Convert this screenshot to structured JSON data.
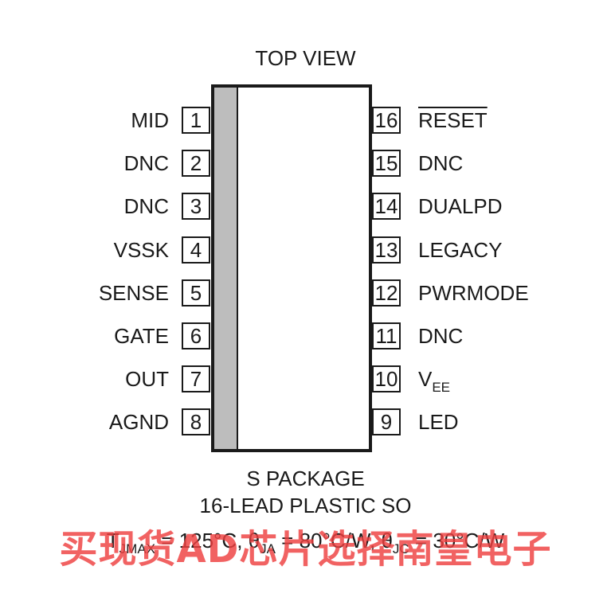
{
  "title": "TOP VIEW",
  "left_pins": [
    {
      "num": "1",
      "label": "MID"
    },
    {
      "num": "2",
      "label": "DNC"
    },
    {
      "num": "3",
      "label": "DNC"
    },
    {
      "num": "4",
      "label": "VSSK"
    },
    {
      "num": "5",
      "label": "SENSE"
    },
    {
      "num": "6",
      "label": "GATE"
    },
    {
      "num": "7",
      "label": "OUT"
    },
    {
      "num": "8",
      "label": "AGND"
    }
  ],
  "right_pins": [
    {
      "num": "16",
      "label": "RESET",
      "overline": true
    },
    {
      "num": "15",
      "label": "DNC"
    },
    {
      "num": "14",
      "label": "DUALPD"
    },
    {
      "num": "13",
      "label": "LEGACY"
    },
    {
      "num": "12",
      "label": "PWRMODE"
    },
    {
      "num": "11",
      "label": "DNC"
    },
    {
      "num": "10",
      "label": "V",
      "subscript": "EE"
    },
    {
      "num": "9",
      "label": "LED"
    }
  ],
  "package": {
    "line1": "S PACKAGE",
    "line2": "16-LEAD PLASTIC SO",
    "thermal": {
      "t_prefix": "T",
      "t_sub": "JMAX",
      "t_val": " = 125°C, θ",
      "ja_sub": "JA",
      "ja_val": " = 80°C/W, θ",
      "jc_sub": "JC",
      "jc_val": " = 30°C/W"
    }
  },
  "watermark": "买现货AD芯片选择南皇电子"
}
